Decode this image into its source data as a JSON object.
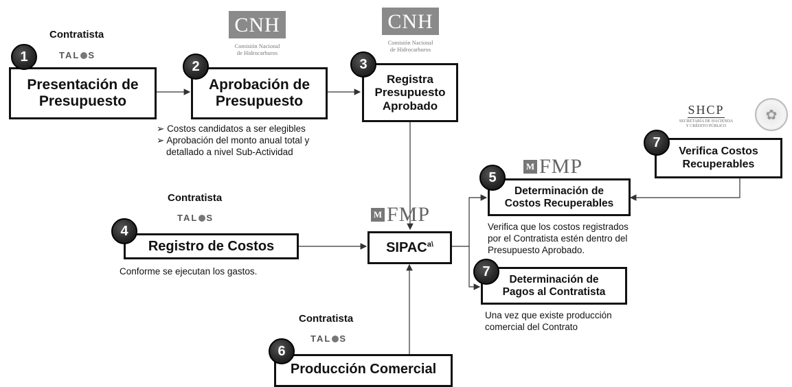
{
  "contractor_label": "Contratista",
  "talos_logo": "TALOS",
  "cnh_logo": {
    "abbr": "CNH",
    "full_line1": "Comisión Nacional",
    "full_line2": "de Hidrocarburos"
  },
  "fmp_logo": {
    "icon": "M",
    "text": "FMP"
  },
  "shcp_logo": {
    "abbr": "SHCP",
    "full_line1": "SECRETARÍA DE HACIENDA",
    "full_line2": "Y CRÉDITO PÚBLICO"
  },
  "steps": {
    "s1": {
      "num": "1",
      "line1": "Presentación de",
      "line2": "Presupuesto"
    },
    "s2": {
      "num": "2",
      "line1": "Aprobación de",
      "line2": "Presupuesto"
    },
    "s3": {
      "num": "3",
      "line1": "Registra",
      "line2": "Presupuesto",
      "line3": "Aprobado"
    },
    "s4": {
      "num": "4",
      "line1": "Registro de Costos"
    },
    "s5": {
      "num": "5",
      "line1": "Determinación de",
      "line2": "Costos Recuperables"
    },
    "s6": {
      "num": "6",
      "line1": "Producción Comercial"
    },
    "s7a": {
      "num": "7",
      "line1": "Verifica Costos",
      "line2": "Recuperables"
    },
    "s7b": {
      "num": "7",
      "line1": "Determinación de",
      "line2": "Pagos al Contratista"
    },
    "sipac": {
      "label": "SIPAC",
      "sup": "a\\"
    }
  },
  "notes": {
    "approval_bullets": [
      "Costos candidatos a ser elegibles",
      "Aprobación del monto anual total y",
      "detallado a nivel Sub-Actividad"
    ],
    "registro": "Conforme se ejecutan los gastos.",
    "verifica_line1": "Verifica que los costos registrados",
    "verifica_line2": "por el Contratista estén dentro del",
    "verifica_line3": "Presupuesto Aprobado.",
    "pagos_line1": "Una vez que existe producción",
    "pagos_line2": "comercial del Contrato"
  }
}
